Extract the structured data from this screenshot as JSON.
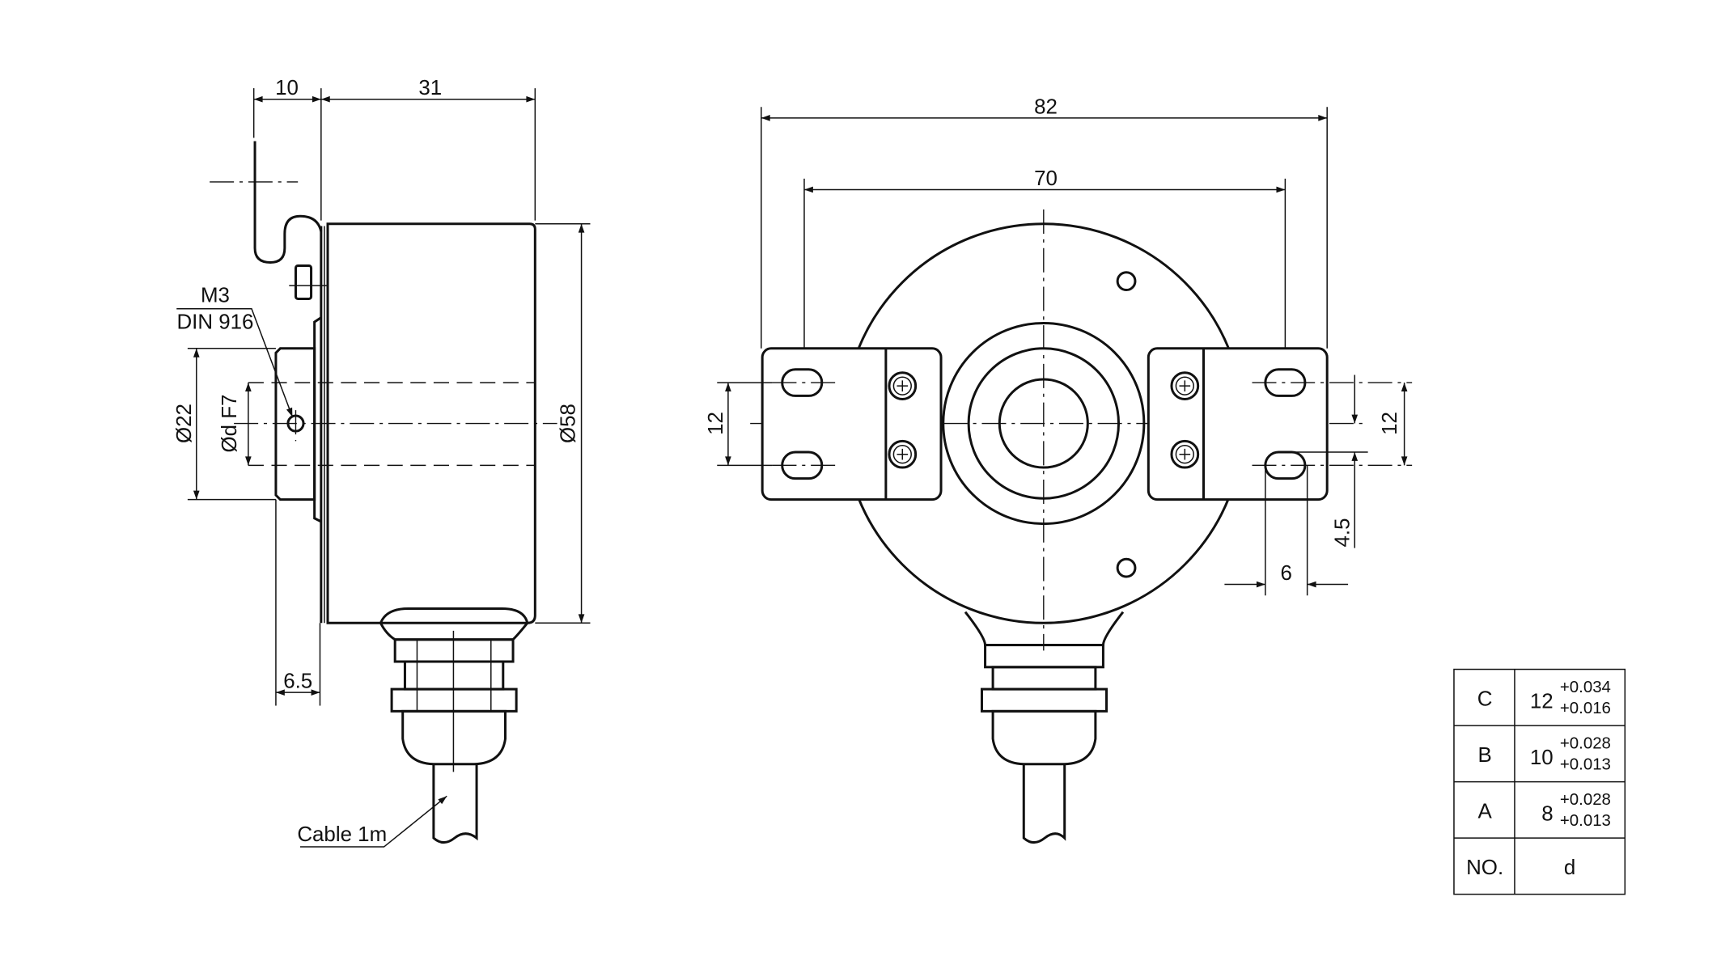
{
  "side_view": {
    "dim_10": "10",
    "dim_31": "31",
    "dim_d58": "Ø58",
    "dim_d22": "Ø22",
    "dim_dF7": "Ød F7",
    "dim_6_5": "6.5",
    "screw_label_1": "M3",
    "screw_label_2": "DIN 916",
    "cable_label": "Cable 1m"
  },
  "front_view": {
    "dim_82": "82",
    "dim_70": "70",
    "dim_12_left": "12",
    "dim_12_right": "12",
    "dim_4_5": "4.5",
    "dim_6": "6"
  },
  "table": {
    "header": {
      "no": "NO.",
      "d": "d"
    },
    "rows": [
      {
        "no": "C",
        "d": "12",
        "tol_upper": "+0.034",
        "tol_lower": "+0.016"
      },
      {
        "no": "B",
        "d": "10",
        "tol_upper": "+0.028",
        "tol_lower": "+0.013"
      },
      {
        "no": "A",
        "d": "8",
        "tol_upper": "+0.028",
        "tol_lower": "+0.013"
      }
    ]
  }
}
